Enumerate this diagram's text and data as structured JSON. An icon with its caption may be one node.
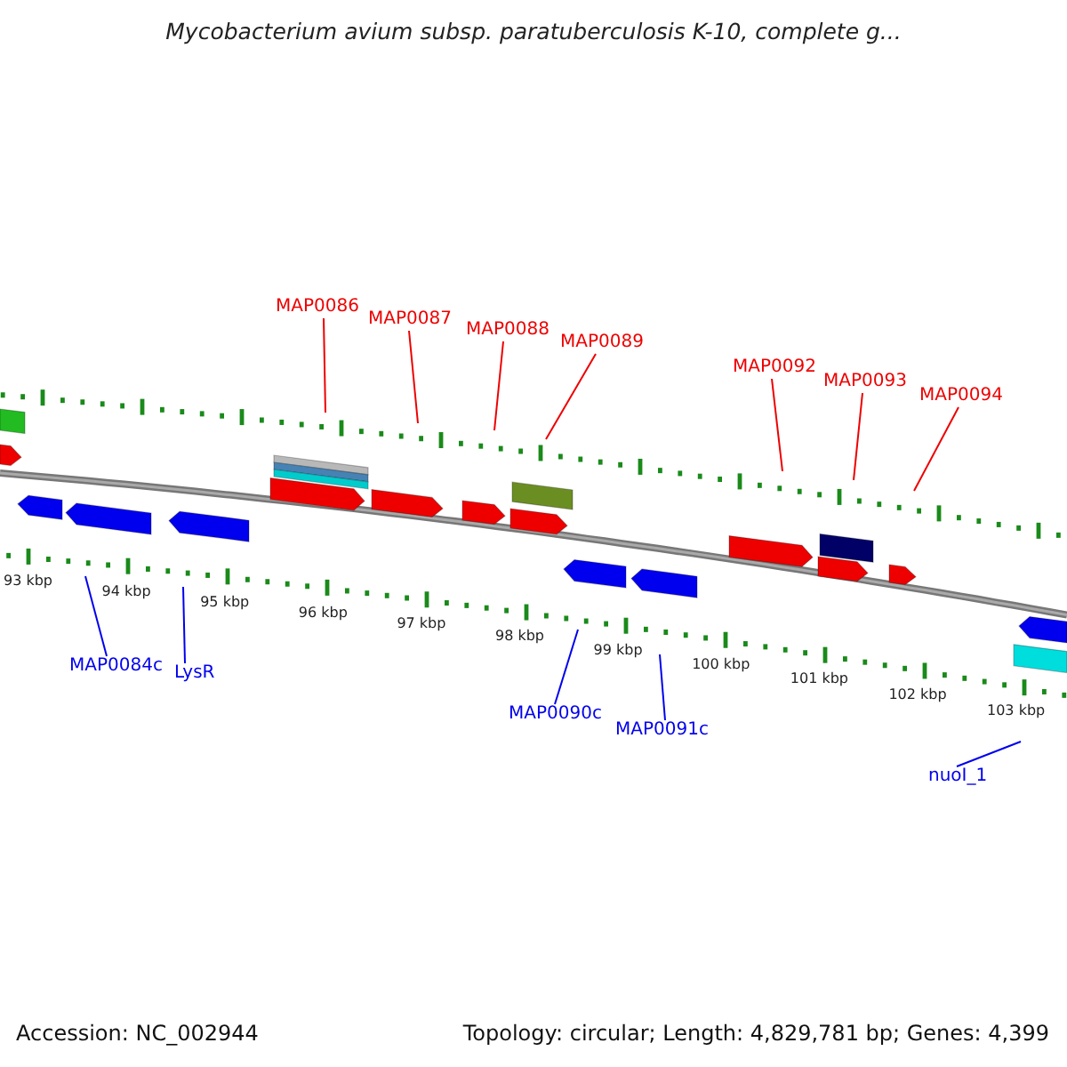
{
  "diagram": {
    "title": "Mycobacterium avium subsp. paratuberculosis K-10, complete g...",
    "nodes": [
      {
        "text": [
          "MAP0086"
        ]
      },
      {
        "text": [
          "MAP0087"
        ]
      },
      {
        "text": [
          "MAP0088"
        ]
      },
      {
        "text": [
          "MAP0089"
        ]
      },
      {
        "text": [
          "MAP0092"
        ]
      },
      {
        "text": [
          "MAP0093"
        ]
      },
      {
        "text": [
          "MAP0094"
        ]
      },
      {
        "text": [
          "MAP0084c"
        ]
      },
      {
        "text": [
          "LysR"
        ]
      },
      {
        "text": [
          "MAP0090c"
        ]
      },
      {
        "text": [
          "MAP0091c"
        ]
      },
      {
        "text": [
          "nuoI_1"
        ]
      }
    ],
    "edges": [
      {
        "from": 0,
        "to": null,
        "arrow": "none"
      },
      {
        "from": 1,
        "to": null,
        "arrow": "none"
      },
      {
        "from": 2,
        "to": null,
        "arrow": "none"
      },
      {
        "from": 3,
        "to": null,
        "arrow": "none"
      },
      {
        "from": 4,
        "to": null,
        "arrow": "none"
      },
      {
        "from": 5,
        "to": null,
        "arrow": "none"
      },
      {
        "from": 6,
        "to": null,
        "arrow": "none"
      },
      {
        "from": 7,
        "to": null,
        "arrow": "none",
        "color": "#0000ee"
      },
      {
        "from": 8,
        "to": null,
        "arrow": "none",
        "color": "#0000ee"
      },
      {
        "from": 9,
        "to": null,
        "arrow": "none",
        "color": "#0000ee"
      },
      {
        "from": 10,
        "to": null,
        "arrow": "none",
        "color": "#0000ee"
      },
      {
        "from": 11,
        "to": null,
        "arrow": "none",
        "color": "#0000ee"
      }
    ],
    "labels": [
      "93 kbp",
      "94 kbp",
      "95 kbp",
      "96 kbp",
      "97 kbp",
      "98 kbp",
      "99 kbp",
      "100 kbp",
      "101 kbp",
      "102 kbp",
      "103 kbp",
      "Accession: NC_002944",
      "Topology: circular; Length: 4,829,781 bp; Genes: 4,399"
    ]
  }
}
